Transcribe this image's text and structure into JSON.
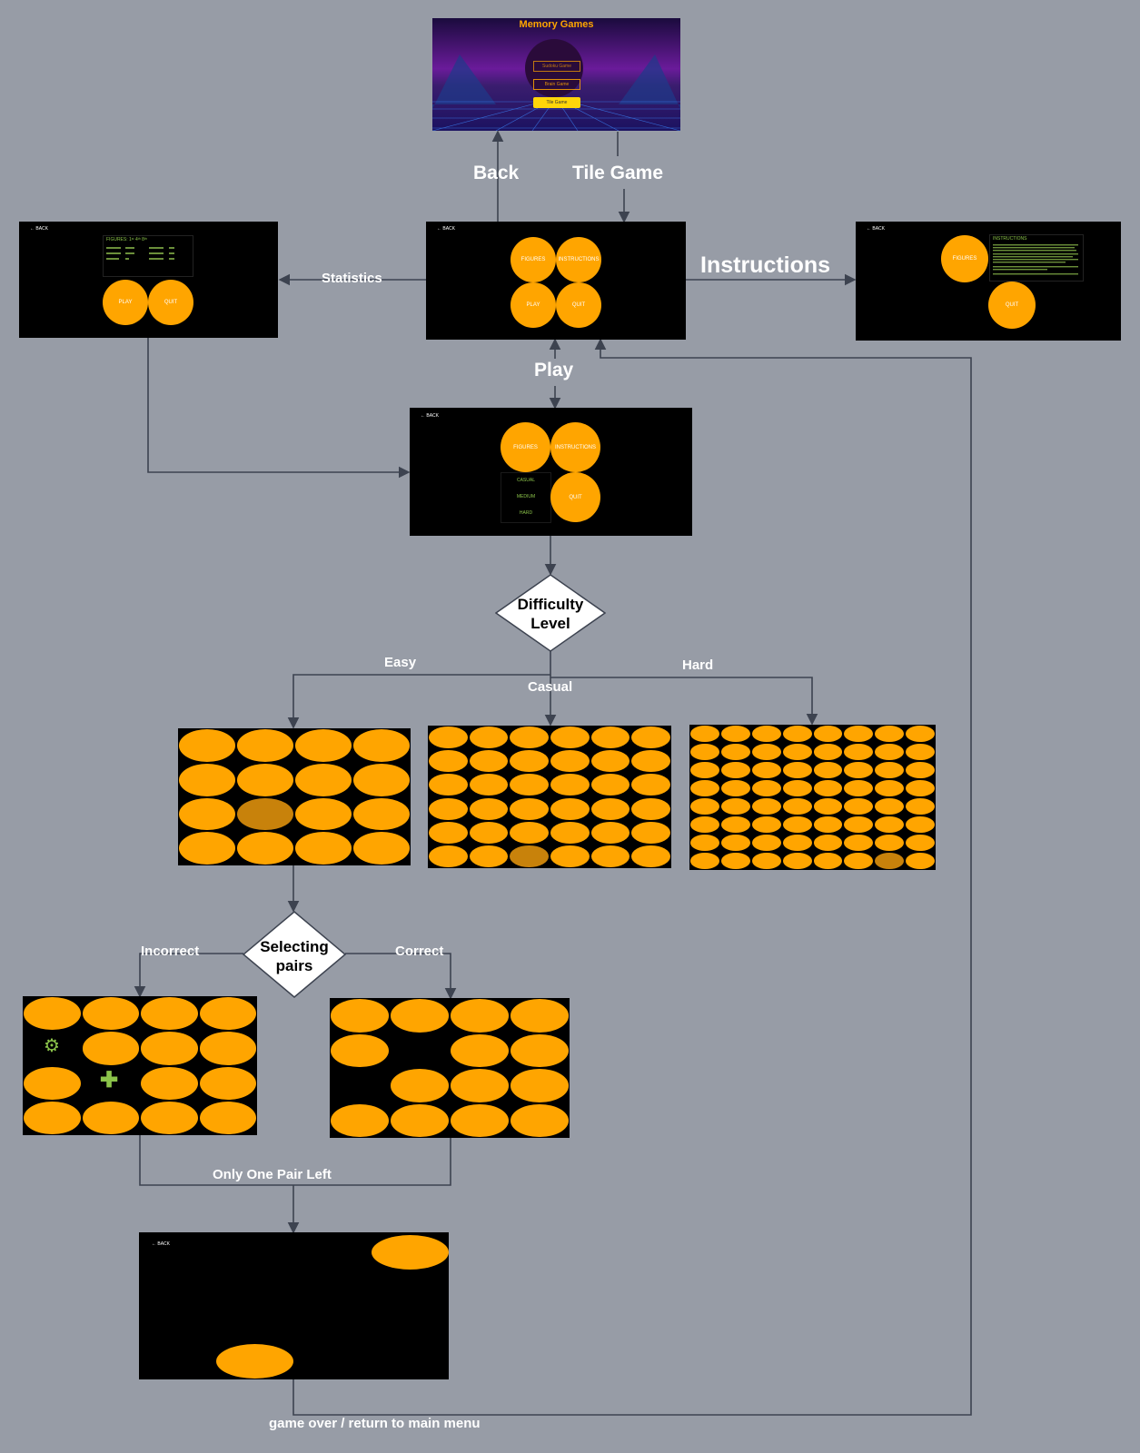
{
  "screens": {
    "main_menu": {
      "title": "Memory Games",
      "buttons": [
        "Sudoku Game",
        "Brain Game",
        "Tile Game"
      ]
    },
    "tile_menu": {
      "back": "← BACK",
      "buttons": [
        "FIGURES",
        "INSTRUCTIONS",
        "PLAY",
        "QUIT"
      ]
    },
    "statistics": {
      "back": "← BACK",
      "heading": "FIGURES: 1ˢᵗ 4ᵗʰ 8ᵗʰ",
      "buttons": [
        "PLAY",
        "QUIT"
      ]
    },
    "instructions": {
      "back": "← BACK",
      "heading": "INSTRUCTIONS",
      "buttons": [
        "FIGURES",
        "QUIT"
      ]
    },
    "play_menu": {
      "back": "← BACK",
      "buttons": [
        "FIGURES",
        "INSTRUCTIONS",
        "QUIT"
      ],
      "difficulties": [
        "CASUAL",
        "MEDIUM",
        "HARD"
      ]
    },
    "game_over": {
      "back": "← BACK"
    }
  },
  "flow_labels": {
    "back": "Back",
    "tile_game": "Tile Game",
    "statistics": "Statistics",
    "instructions": "Instructions",
    "play": "Play",
    "easy": "Easy",
    "casual": "Casual",
    "hard": "Hard",
    "incorrect": "Incorrect",
    "correct": "Correct",
    "only_one_pair_left": "Only One Pair Left",
    "game_over": "game over / return to main menu"
  },
  "decisions": {
    "difficulty": "Difficulty Level",
    "selecting_pairs": "Selecting pairs"
  },
  "colors": {
    "background": "#979ca6",
    "tile": "#ffa500",
    "tile_flipped": "#c8820b",
    "accent_green": "#8bc34a",
    "line": "#3d4350"
  }
}
